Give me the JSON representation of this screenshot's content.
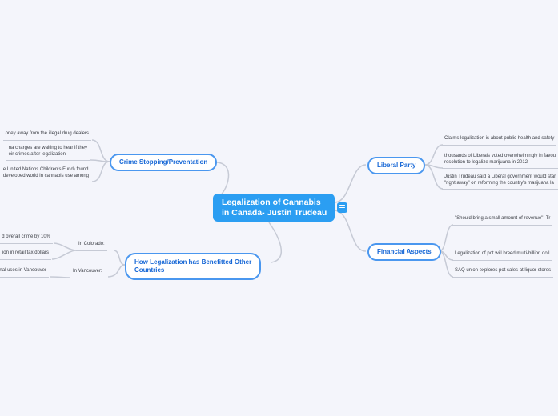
{
  "colors": {
    "background": "#f4f5fb",
    "central_fill": "#2b9ef2",
    "branch_border": "#4a97ef",
    "branch_text": "#1667d6",
    "child_text": "#3b3e45",
    "connector": "#c6cad5"
  },
  "central_topic": {
    "lines": [
      "Legalization of Cannabis",
      "in Canada- Justin Trudeau"
    ],
    "notes_icon": "notes-icon"
  },
  "branches": {
    "crime": {
      "label": "Crime Stopping/Preventation",
      "children": [
        {
          "lines": [
            "oney away from the illegal drug dealers",
            ""
          ]
        },
        {
          "lines": [
            "na charges are waiting to hear if they",
            "eir crimes after legalization"
          ]
        },
        {
          "lines": [
            "e United Nations Children's Fund) found",
            "developed world in cannabis use among"
          ]
        }
      ]
    },
    "benefits": {
      "label_lines": [
        "How Legalization has Benefitted Other",
        "Countries"
      ],
      "subtopics": [
        {
          "label": "In Colorado:",
          "children": [
            {
              "lines": [
                "d overall crime by 10%",
                ""
              ]
            },
            {
              "lines": [
                "lion in retail tax dollars",
                ""
              ]
            }
          ]
        },
        {
          "label": "In Vancouver:",
          "children": [
            {
              "lines": [
                "inal uses in Vancouver",
                ""
              ]
            }
          ]
        }
      ]
    },
    "liberal": {
      "label": "Liberal Party",
      "children": [
        {
          "lines": [
            "Claims legalization is about public health and safety",
            ""
          ]
        },
        {
          "lines": [
            "thousands of Liberals voted overwhelmingly in favou",
            "resolution to legalize marijuana in 2012"
          ]
        },
        {
          "lines": [
            "Justin Trudeau said a Liberal government would star",
            "\"right away\" on reforming the country's marijuana la"
          ]
        }
      ]
    },
    "financial": {
      "label": "Financial Aspects",
      "children": [
        {
          "lines": [
            "\"Should bring a small amount of revenue\"- Tr",
            ""
          ]
        },
        {
          "lines": [
            "Legalization of pot will breed multi-billion doll",
            ""
          ]
        },
        {
          "lines": [
            "SAQ union explores pot sales at liquor stores",
            ""
          ]
        }
      ]
    }
  }
}
